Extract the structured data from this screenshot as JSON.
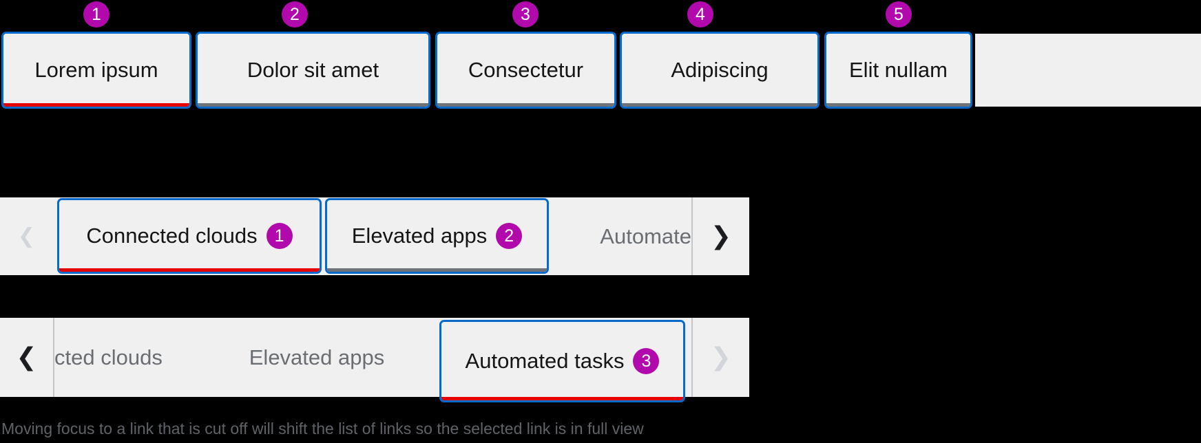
{
  "icons": {
    "chevron_left": "❮",
    "chevron_right": "❯"
  },
  "colors": {
    "annotation_outline": "#0669cc",
    "annotation_badge": "#b109ac",
    "active_tab_underline": "#e60000",
    "inactive_tab_underline": "#6f7377",
    "bar_background": "#f0f0f0",
    "text_primary": "#151515",
    "text_muted": "#6a6e73"
  },
  "top_tab_bar": {
    "tabs": [
      {
        "badge": "1",
        "label": "Lorem ipsum",
        "active": true
      },
      {
        "badge": "2",
        "label": "Dolor sit amet",
        "active": false
      },
      {
        "badge": "3",
        "label": "Consectetur",
        "active": false
      },
      {
        "badge": "4",
        "label": "Adipiscing",
        "active": false
      },
      {
        "badge": "5",
        "label": "Elit nullam",
        "active": false
      }
    ]
  },
  "overflow_tab_bar_1": {
    "left_scroll_disabled": true,
    "right_scroll_disabled": false,
    "tabs": [
      {
        "badge": "1",
        "label": "Connected clouds",
        "active": true
      },
      {
        "badge": "2",
        "label": "Elevated apps",
        "active": false
      }
    ],
    "cut_tab_label": "Automate"
  },
  "overflow_tab_bar_2": {
    "left_scroll_disabled": false,
    "right_scroll_disabled": true,
    "cut_tab_label": "cted clouds",
    "plain_tab_label": "Elevated apps",
    "tabs": [
      {
        "badge": "3",
        "label": "Automated tasks",
        "active": true
      }
    ]
  },
  "caption": "Moving focus to a link that is cut off will shift the list of links so the selected link is in full view"
}
